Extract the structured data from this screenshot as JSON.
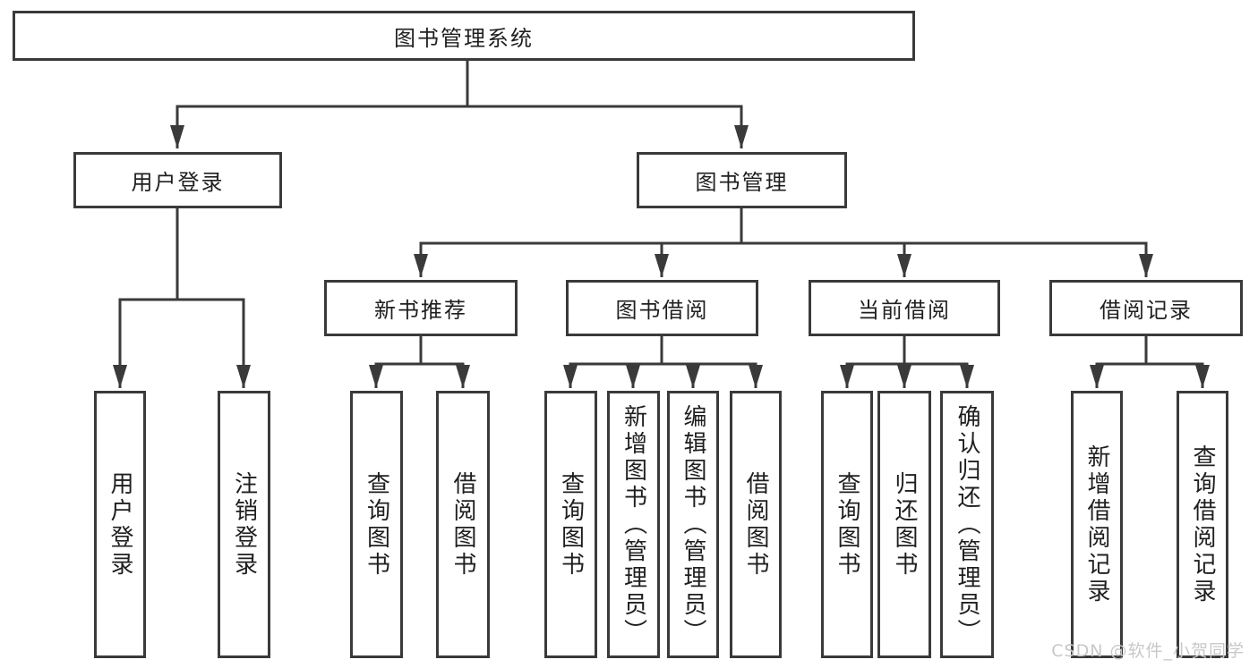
{
  "diagram": {
    "root": {
      "label": "图书管理系统"
    },
    "level2": {
      "login": {
        "label": "用户登录"
      },
      "management": {
        "label": "图书管理"
      }
    },
    "level3": {
      "new_books": {
        "label": "新书推荐"
      },
      "book_borrow": {
        "label": "图书借阅"
      },
      "current_borrow": {
        "label": "当前借阅"
      },
      "borrow_records": {
        "label": "借阅记录"
      }
    },
    "leaves": {
      "login": [
        "用户登录",
        "注销登录"
      ],
      "new_books": [
        "查询图书",
        "借阅图书"
      ],
      "book_borrow": [
        "查询图书",
        "新增图书（管理员）",
        "编辑图书（管理员）",
        "借阅图书"
      ],
      "current_borrow": [
        "查询图书",
        "归还图书",
        "确认归还（管理员）"
      ],
      "borrow_records": [
        "新增借阅记录",
        "查询借阅记录"
      ]
    },
    "colors": {
      "line": "#3a3a3a",
      "text": "#1f1f1f",
      "background": "#ffffff"
    }
  },
  "watermark": {
    "text": "CSDN @软件_小贺同学",
    "color": "#c8c8c8"
  }
}
